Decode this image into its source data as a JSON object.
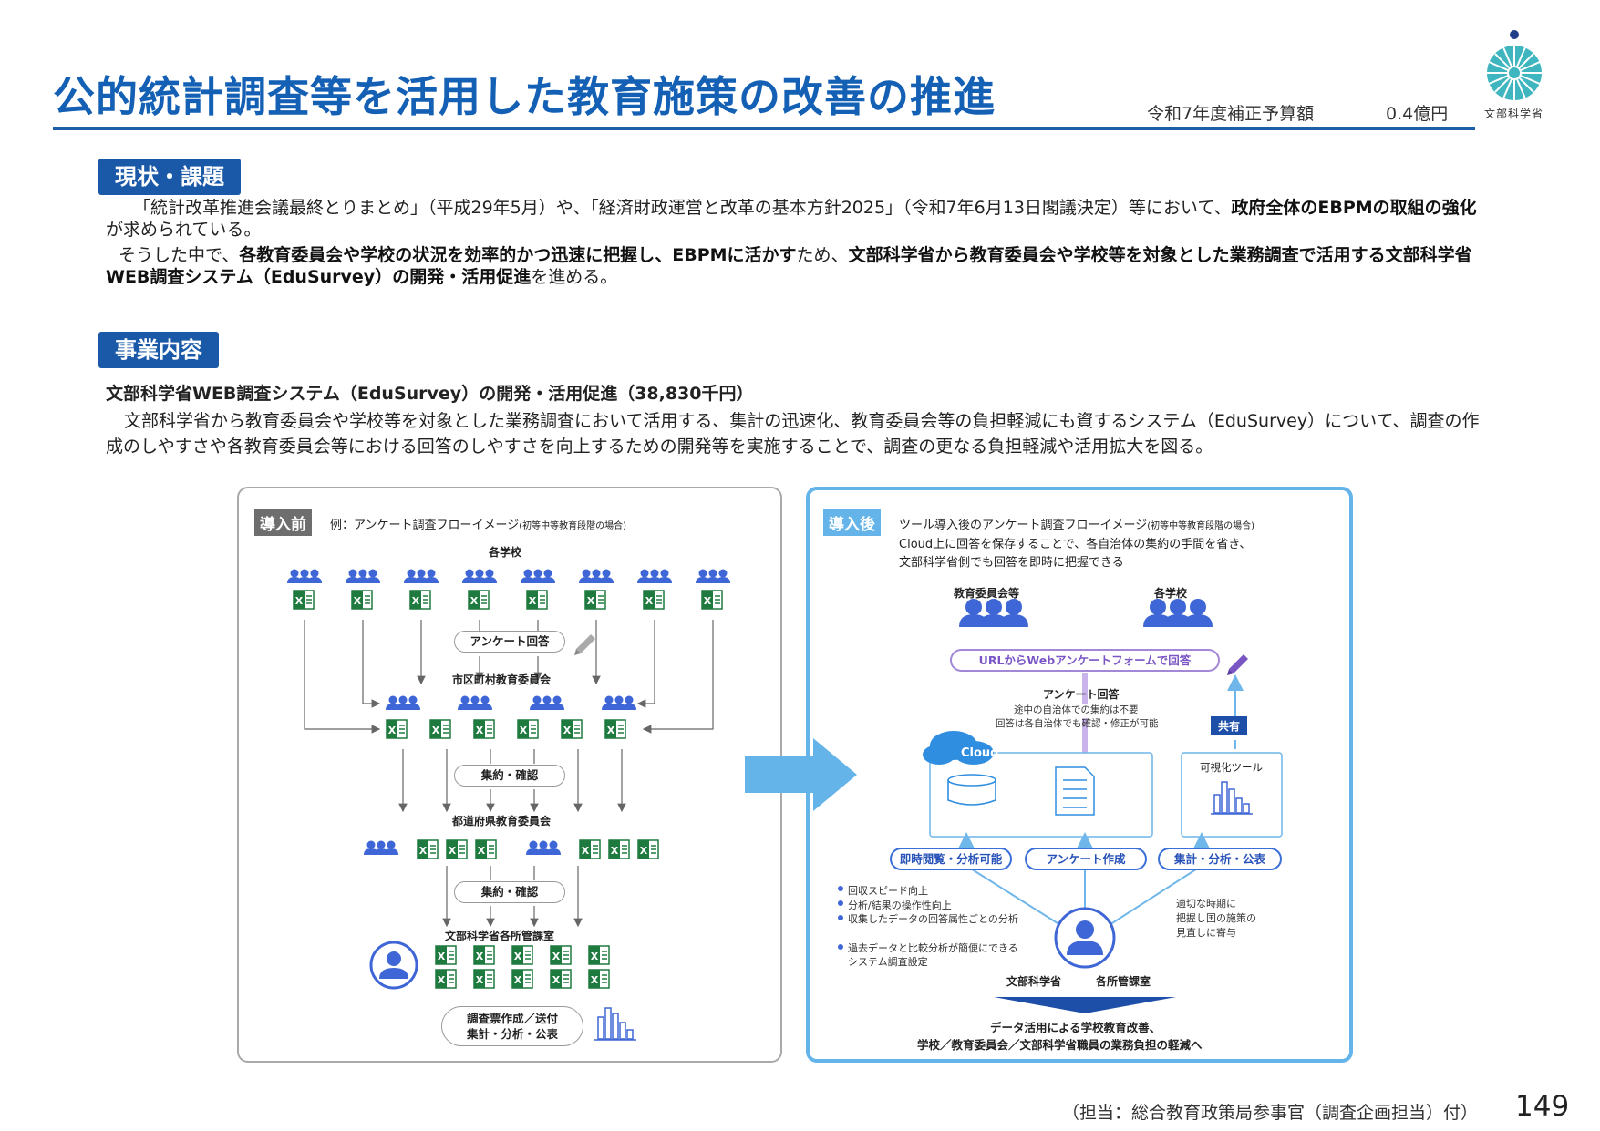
{
  "header": {
    "title": "公的統計調査等を活用した教育施策の改善の推進",
    "budget_label": "令和7年度補正予算額",
    "budget_value": "0.4億円",
    "ministry_logo_caption": "文部科学省"
  },
  "section1": {
    "badge": "現状・課題",
    "p1_a": "「統計改革推進会議最終とりまとめ」（平成29年5月）や、「経済財政運営と改革の基本方針2025」（令和7年6月13日閣議決定）等において、",
    "p1_b": "政府全体のEBPMの取組の強化",
    "p1_c": "が求められている。",
    "p2_a": "そうした中で、",
    "p2_b": "各教育委員会や学校の状況を効率的かつ迅速に把握し、EBPMに活かす",
    "p2_c": "ため、",
    "p2_d": "文部科学省から教育委員会や学校等を対象とした業務調査で活用する文部科学省WEB調査システム（EduSurvey）の開発・活用促進",
    "p2_e": "を進める。"
  },
  "section2": {
    "badge": "事業内容",
    "heading": "文部科学省WEB調査システム（EduSurvey）の開発・活用促進（38,830千円）",
    "body": "文部科学省から教育委員会や学校等を対象とした業務調査において活用する、集計の迅速化、教育委員会等の負担軽減にも資するシステム（EduSurvey）について、調査の作成のしやすさや各教育委員会等における回答のしやすさを向上するための開発等を実施することで、調査の更なる負担軽減や活用拡大を図る。"
  },
  "before": {
    "tag": "導入前",
    "caption": "例：アンケート調査フローイメージ",
    "caption_note": "(初等中等教育段階の場合)",
    "schools": "各学校",
    "answer_pill": "アンケート回答",
    "municipal": "市区町村教育委員会",
    "aggregate1": "集約・確認",
    "prefecture": "都道府県教育委員会",
    "aggregate2": "集約・確認",
    "ministry": "文部科学省各所管課室",
    "final_line1": "調査票作成／送付",
    "final_line2": "集計・分析・公表"
  },
  "after": {
    "tag": "導入後",
    "caption": "ツール導入後のアンケート調査フローイメージ",
    "caption_note": "(初等中等教育段階の場合)",
    "desc1": "Cloud上に回答を保存することで、各自治体の集約の手間を省き、",
    "desc2": "文部科学省側でも回答を即時に把握できる",
    "boards": "教育委員会等",
    "schools": "各学校",
    "url_pill": "URLからWebアンケートフォームで回答",
    "answer": "アンケート回答",
    "note1": "途中の自治体での集約は不要",
    "note2": "回答は各自治体でも確認・修正が可能",
    "share": "共有",
    "cloud": "Cloud",
    "viz_tool": "可視化ツール",
    "pill_instant": "即時閲覧・分析可能",
    "pill_create": "アンケート作成",
    "pill_publish": "集計・分析・公表",
    "bullets": [
      "回収スピード向上",
      "分析/結果の操作性向上",
      "収集したデータの回答属性ごとの分析",
      "過去データと比較分析が簡便にできるシステム調査設定"
    ],
    "right_note": [
      "適切な時期に",
      "把握し国の施策の",
      "見直しに寄与"
    ],
    "ministry_a": "文部科学省",
    "ministry_b": "各所管課室",
    "outcome1": "データ活用による学校教育改善、",
    "outcome2": "学校／教育委員会／文部科学省職員の業務負担の軽減へ"
  },
  "footer": {
    "contact": "（担当：総合教育政策局参事官（調査企画担当）付）",
    "page": "149"
  },
  "colors": {
    "title_blue": "#1460b4",
    "badge_blue": "#1a58a8",
    "people_blue": "#3f66d6",
    "excel_green": "#1e7a3e",
    "light_blue": "#64b4ea"
  }
}
